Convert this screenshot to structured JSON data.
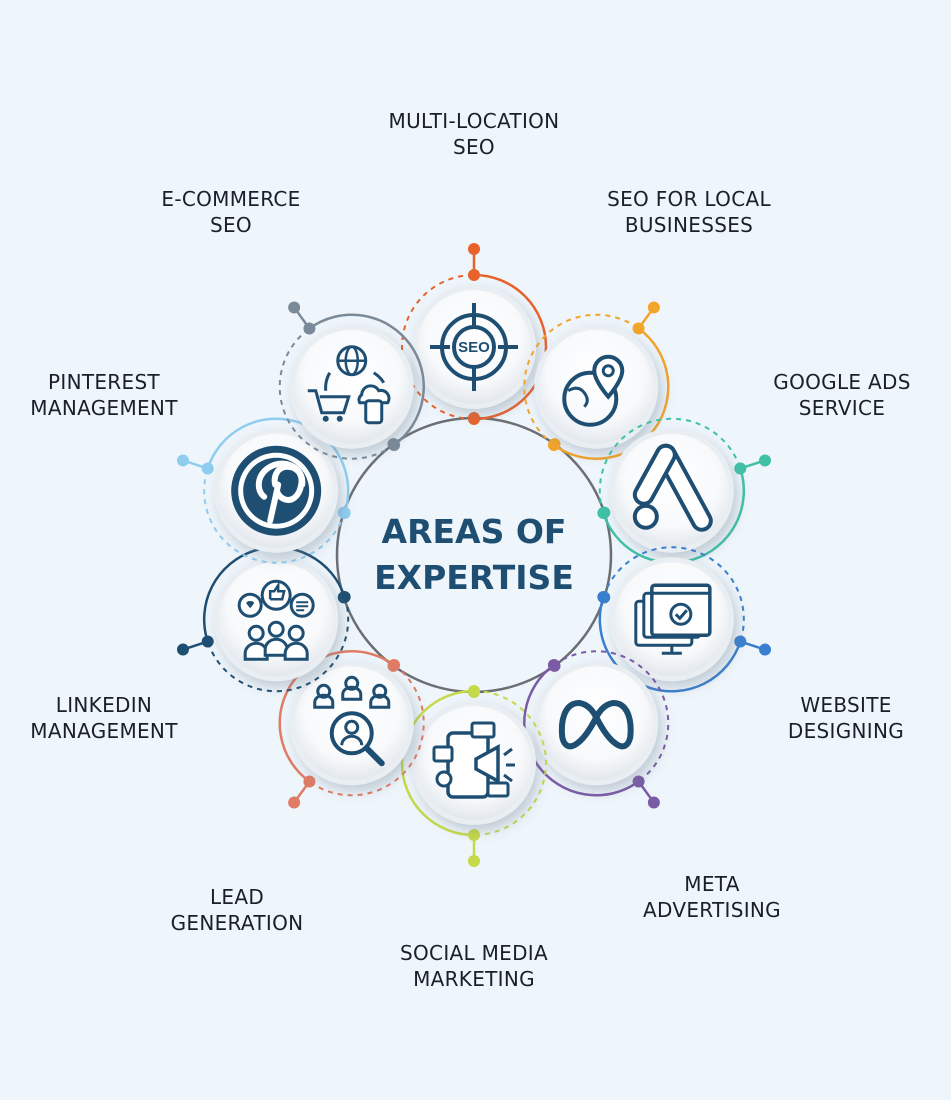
{
  "title": {
    "line1": "AREAS OF",
    "line2": "EXPERTISE"
  },
  "services": [
    {
      "key": "multi-location-seo",
      "line1": "MULTI-LOCATION",
      "line2": "SEO",
      "color": "#e8622c",
      "icon": "seo-target-icon"
    },
    {
      "key": "seo-local-businesses",
      "line1": "SEO FOR LOCAL",
      "line2": "BUSINESSES",
      "color": "#f3a42b",
      "icon": "globe-location-pin-icon"
    },
    {
      "key": "google-ads-service",
      "line1": "GOOGLE ADS",
      "line2": "SERVICE",
      "color": "#3fc1a6",
      "icon": "google-ads-icon"
    },
    {
      "key": "website-designing",
      "line1": "WEBSITE",
      "line2": "DESIGNING",
      "color": "#3a7fcf",
      "icon": "web-browser-check-icon"
    },
    {
      "key": "meta-advertising",
      "line1": "META",
      "line2": "ADVERTISING",
      "color": "#7b5aa6",
      "icon": "meta-infinity-icon"
    },
    {
      "key": "social-media-marketing",
      "line1": "SOCIAL MEDIA",
      "line2": "MARKETING",
      "color": "#c5d94a",
      "icon": "phone-megaphone-icon"
    },
    {
      "key": "lead-generation",
      "line1": "LEAD",
      "line2": "GENERATION",
      "color": "#e07b65",
      "icon": "people-search-icon"
    },
    {
      "key": "linkedin-management",
      "line1": "LINKEDIN",
      "line2": "MANAGEMENT",
      "color": "#1f4e73",
      "icon": "social-engagement-icon"
    },
    {
      "key": "pinterest-management",
      "line1": "PINTEREST",
      "line2": "MANAGEMENT",
      "color": "#8fcdf0",
      "icon": "pinterest-icon"
    },
    {
      "key": "ecommerce-seo",
      "line1": "E-COMMERCE",
      "line2": "SEO",
      "color": "#7b8a99",
      "icon": "globe-cart-cloud-icon"
    }
  ],
  "colors": {
    "background": "#eef5fb",
    "center_ring": "#6b6f74",
    "title": "#1f4e73",
    "icon_stroke": "#1f4e73"
  }
}
